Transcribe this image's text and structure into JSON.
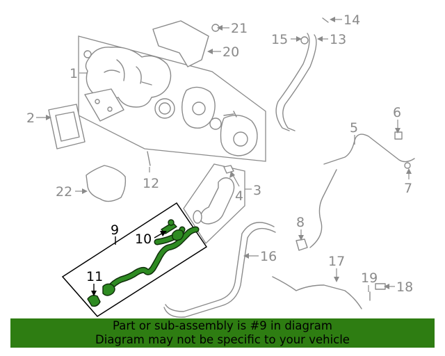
{
  "callouts": {
    "c1": "1",
    "c2": "2",
    "c3": "3",
    "c4": "4",
    "c5": "5",
    "c6": "6",
    "c7": "7",
    "c8": "8",
    "c9": "9",
    "c10": "10",
    "c11": "11",
    "c12": "12",
    "c13": "13",
    "c14": "14",
    "c15": "15",
    "c16": "16",
    "c17": "17",
    "c18": "18",
    "c19": "19",
    "c20": "20",
    "c21": "21",
    "c22": "22"
  },
  "highlighted_part": "9",
  "colors": {
    "highlight": "#2e8b22",
    "banner": "#2e7d12",
    "line_art": "#8a8a8a"
  },
  "banner": {
    "line1": "Part or sub-assembly is #9 in diagram",
    "line2": "Diagram may not be specific to your vehicle"
  }
}
